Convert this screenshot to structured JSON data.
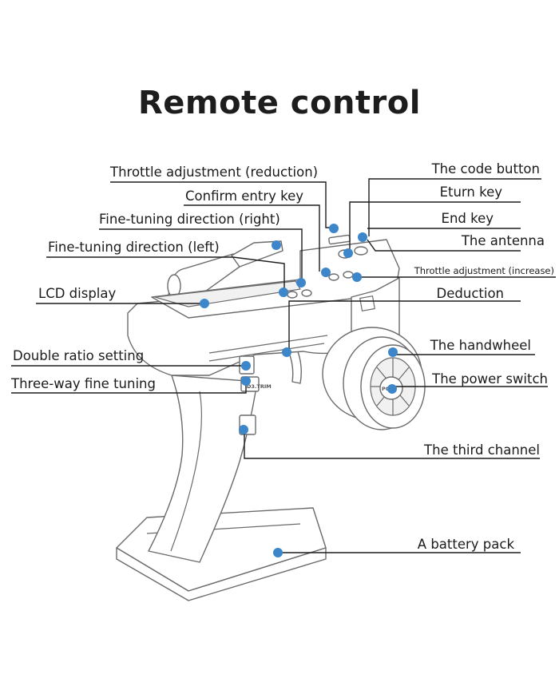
{
  "title": "Remote control",
  "device_text": {
    "trim_label": "D3.TRIM",
    "power_label": "POW"
  },
  "colors": {
    "callout_dot": "#3d86c9",
    "leader_line": "#1d1d1d",
    "outline": "#6b6b6b"
  },
  "labels": {
    "throttle_reduction": "Throttle adjustment (reduction)",
    "confirm_entry": "Confirm entry key",
    "fine_tune_right": "Fine-tuning direction (right)",
    "fine_tune_left": "Fine-tuning direction (left)",
    "lcd_display": "LCD display",
    "double_ratio": "Double ratio setting",
    "three_way_trim": "Three-way fine tuning",
    "code_button": "The code button",
    "return_key": "Eturn key",
    "end_key": "End key",
    "antenna": "The antenna",
    "throttle_increase": "Throttle adjustment (increase)",
    "deduction": "Deduction",
    "handwheel": "The handwheel",
    "power_switch": "The power switch",
    "third_channel": "The third channel",
    "battery_pack": "A battery pack"
  }
}
